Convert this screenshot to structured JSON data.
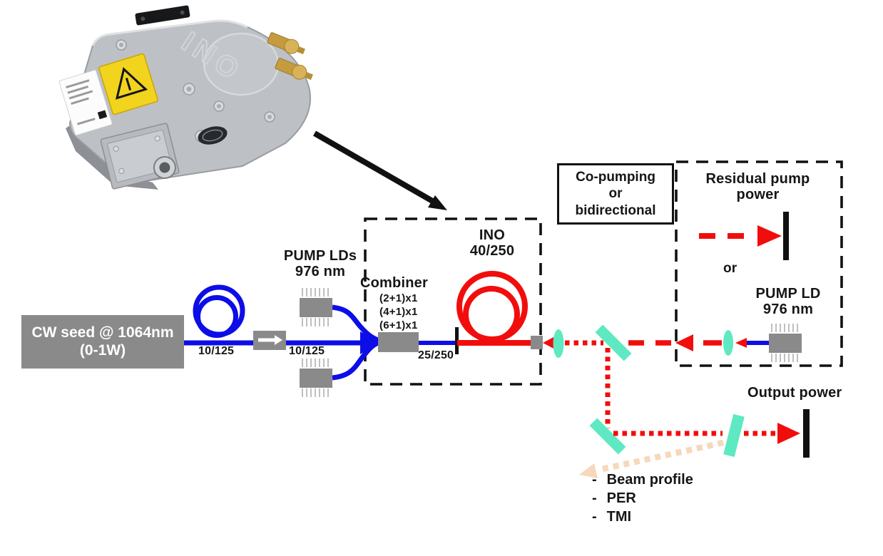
{
  "photo": {
    "logo": "INO"
  },
  "seed_box": {
    "line1": "CW seed @ 1064nm",
    "line2": "(0-1W)"
  },
  "labels": {
    "fiber_seed": "10/125",
    "fiber_after_isolator": "10/125",
    "fiber_combiner_out": "25/250",
    "pump_lds_line1": "PUMP LDs",
    "pump_lds_line2": "976 nm",
    "combiner_title": "Combiner",
    "combiner_ratios": [
      "(2+1)x1",
      "(4+1)x1",
      "(6+1)x1"
    ],
    "gain_fiber_line1": "INO",
    "gain_fiber_line2": "40/250",
    "output_power": "Output power"
  },
  "co_pumping_box": {
    "line1": "Co-pumping",
    "line2": "or",
    "line3": "bidirectional"
  },
  "counter_pump_box": {
    "residual_line1": "Residual pump",
    "residual_line2": "power",
    "or": "or",
    "pump_ld_line1": "PUMP LD",
    "pump_ld_line2": "976 nm"
  },
  "measurements": {
    "bullet": "-",
    "items": [
      "Beam profile",
      "PER",
      "TMI"
    ]
  },
  "colors": {
    "fiber_signal_blue": "#0d0de8",
    "fiber_active_red": "#f20d0d",
    "component_gray": "#8a8a8a",
    "optic_teal": "#5fe9c2",
    "attenuated_beam_peach": "#f6d8ba",
    "outline_black": "#111111"
  }
}
